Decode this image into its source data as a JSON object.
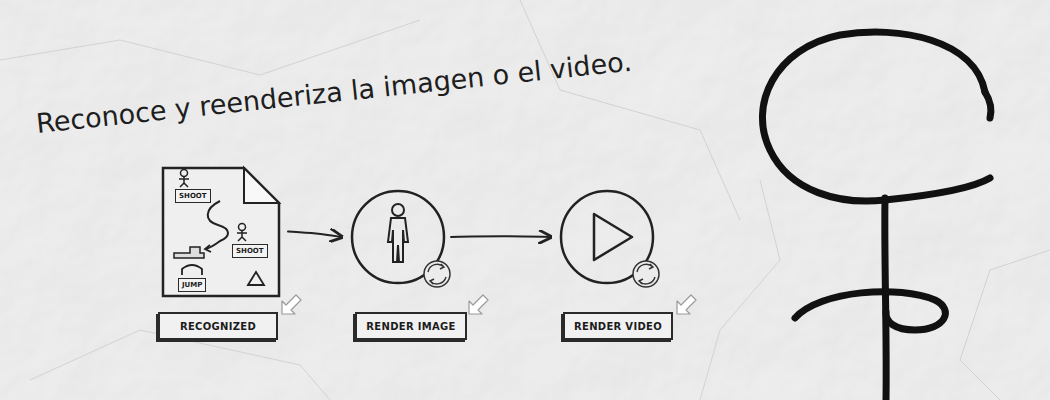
{
  "diagram": {
    "title": "Reconoce y reenderiza la imagen o el video.",
    "nodes": [
      {
        "text": [
          "RECOGNIZED"
        ]
      },
      {
        "text": [
          "SHOOT"
        ],
        "in": 0
      },
      {
        "text": [
          "SHOOT"
        ],
        "in": 0
      },
      {
        "text": [
          "JUMP"
        ],
        "in": 0
      },
      {
        "text": [
          "RENDER IMAGE"
        ]
      },
      {
        "text": [
          "RENDER VIDEO"
        ]
      }
    ],
    "edges": [
      {
        "from": 0,
        "to": 4,
        "arrow": "to"
      },
      {
        "from": 4,
        "to": 5,
        "arrow": "to"
      }
    ]
  }
}
